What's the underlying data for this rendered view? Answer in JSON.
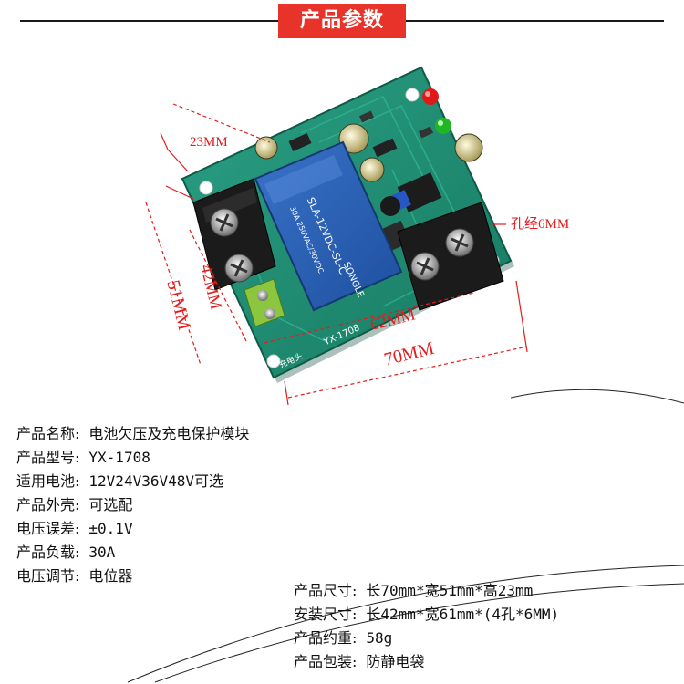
{
  "header": {
    "title": "产品参数"
  },
  "photo": {
    "dims": {
      "height": "23MM",
      "hole": "孔经6MM",
      "mount_h": "42MM",
      "board_h": "51MM",
      "mount_w": "62MM",
      "board_w": "70MM"
    },
    "labels": {
      "model_silk": "YX-1708",
      "relay_brand": "SONGLE",
      "relay_model": "SLA-12VDC-SL-C",
      "relay_rating": "30A 250VAC/30VDC",
      "charge": "充电头"
    }
  },
  "specs_left": [
    {
      "k": "产品名称:",
      "v": "电池欠压及充电保护模块"
    },
    {
      "k": "产品型号:",
      "v": "YX-1708"
    },
    {
      "k": "适用电池:",
      "v": "12V24V36V48V可选"
    },
    {
      "k": "产品外壳:",
      "v": "可选配"
    },
    {
      "k": "电压误差:",
      "v": "±0.1V"
    },
    {
      "k": "产品负载:",
      "v": "30A"
    },
    {
      "k": "电压调节:",
      "v": "电位器"
    }
  ],
  "specs_right": [
    {
      "k": "产品尺寸:",
      "v": "长70mm*宽51mm*高23mm"
    },
    {
      "k": "安装尺寸:",
      "v": "长42mm*宽61mm*(4孔*6MM)"
    },
    {
      "k": "产品约重:",
      "v": "58g"
    },
    {
      "k": "产品包装:",
      "v": "防静电袋"
    }
  ],
  "colors": {
    "accent": "#e8332a",
    "dimension": "#e21d1d",
    "pcb": "#1e8f74"
  }
}
